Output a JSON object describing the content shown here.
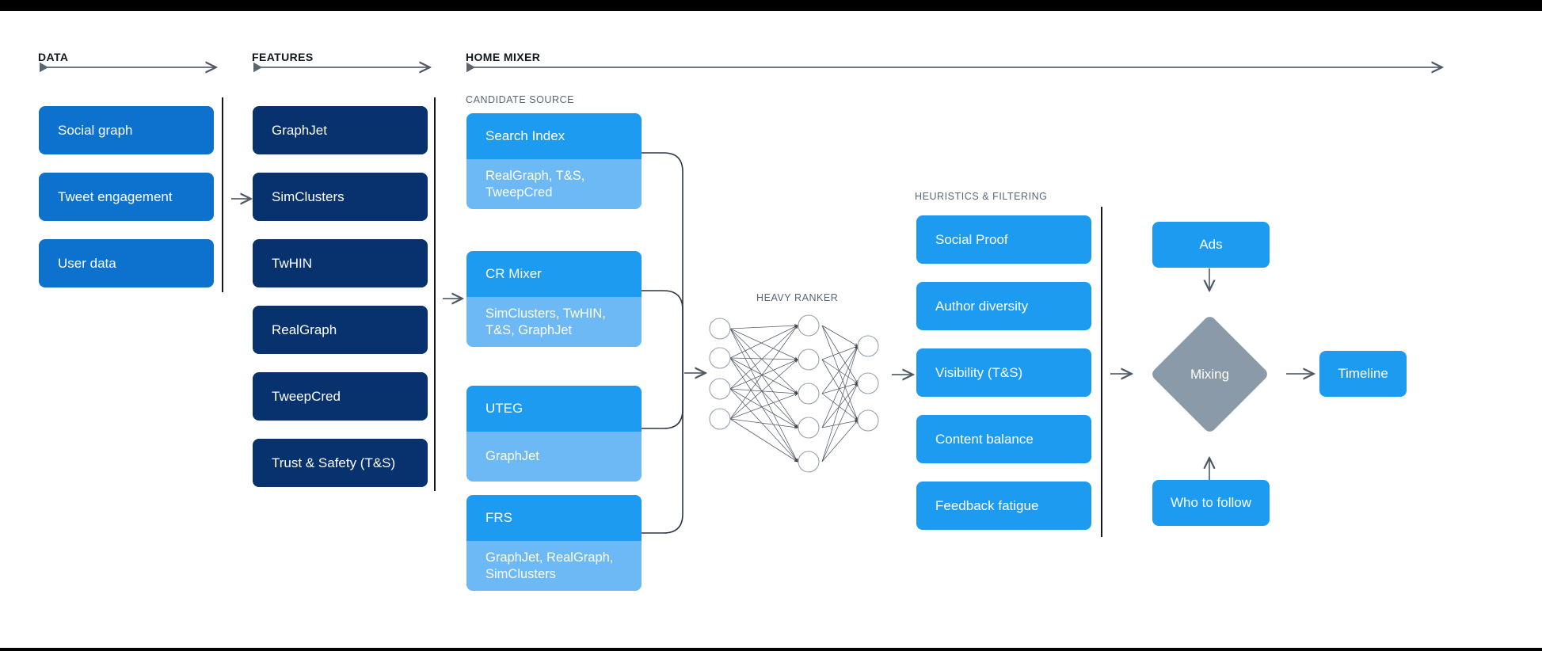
{
  "sections": {
    "data": {
      "label": "DATA"
    },
    "features": {
      "label": "FEATURES"
    },
    "home_mixer": {
      "label": "HOME MIXER"
    },
    "candidate_source": {
      "label": "CANDIDATE SOURCE"
    },
    "heavy_ranker": {
      "label": "HEAVY RANKER"
    },
    "heuristics": {
      "label": "HEURISTICS & FILTERING"
    }
  },
  "data_boxes": [
    {
      "label": "Social graph"
    },
    {
      "label": "Tweet engagement"
    },
    {
      "label": "User data"
    }
  ],
  "feature_boxes": [
    {
      "label": "GraphJet"
    },
    {
      "label": "SimClusters"
    },
    {
      "label": "TwHIN"
    },
    {
      "label": "RealGraph"
    },
    {
      "label": "TweepCred"
    },
    {
      "label": "Trust & Safety (T&S)"
    }
  ],
  "candidate_sources": [
    {
      "title": "Search Index",
      "features": "RealGraph, T&S,\nTweepCred"
    },
    {
      "title": "CR Mixer",
      "features": "SimClusters, TwHIN,\nT&S, GraphJet"
    },
    {
      "title": "UTEG",
      "features": "GraphJet"
    },
    {
      "title": "FRS",
      "features": "GraphJet, RealGraph,\nSimClusters"
    }
  ],
  "heuristic_boxes": [
    {
      "label": "Social Proof"
    },
    {
      "label": "Author diversity"
    },
    {
      "label": "Visibility (T&S)"
    },
    {
      "label": "Content balance"
    },
    {
      "label": "Feedback fatigue"
    }
  ],
  "output": {
    "ads": "Ads",
    "who_to_follow": "Who to follow",
    "mixing": "Mixing",
    "timeline": "Timeline"
  },
  "neural_net": {
    "input_nodes": 4,
    "hidden_nodes": 5,
    "output_nodes": 3
  },
  "colors": {
    "data_blue": "#0d72ce",
    "feature_navy": "#07326e",
    "source_header": "#1d9bf0",
    "source_body": "#6cb9f5",
    "heuristic_blue": "#1d9bf0",
    "mixing_gray": "#8b9aa9",
    "label_gray": "#55667a",
    "arrow_gray": "#5a6570",
    "divider": "#15181c"
  }
}
